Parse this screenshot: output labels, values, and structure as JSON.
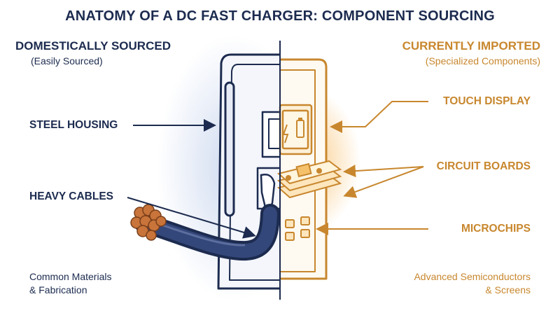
{
  "title": "ANATOMY OF A DC FAST CHARGER: COMPONENT SOURCING",
  "left": {
    "heading": "DOMESTICALLY SOURCED",
    "subheading": "(Easily Sourced)",
    "labels": [
      "STEEL HOUSING",
      "HEAVY CABLES"
    ],
    "footer_line1": "Common Materials",
    "footer_line2": "& Fabrication"
  },
  "right": {
    "heading": "CURRENTLY IMPORTED",
    "subheading": "(Specialized Components)",
    "labels": [
      "TOUCH DISPLAY",
      "CIRCUIT BOARDS",
      "MICROCHIPS"
    ],
    "footer_line1": "Advanced Semiconductors",
    "footer_line2": "& Screens"
  },
  "colors": {
    "navy": "#1c2b4f",
    "amber": "#c8872e",
    "copper": "#c8743a",
    "glow": "#f7b85a"
  },
  "icons": {
    "display": "battery-charging-icon"
  }
}
